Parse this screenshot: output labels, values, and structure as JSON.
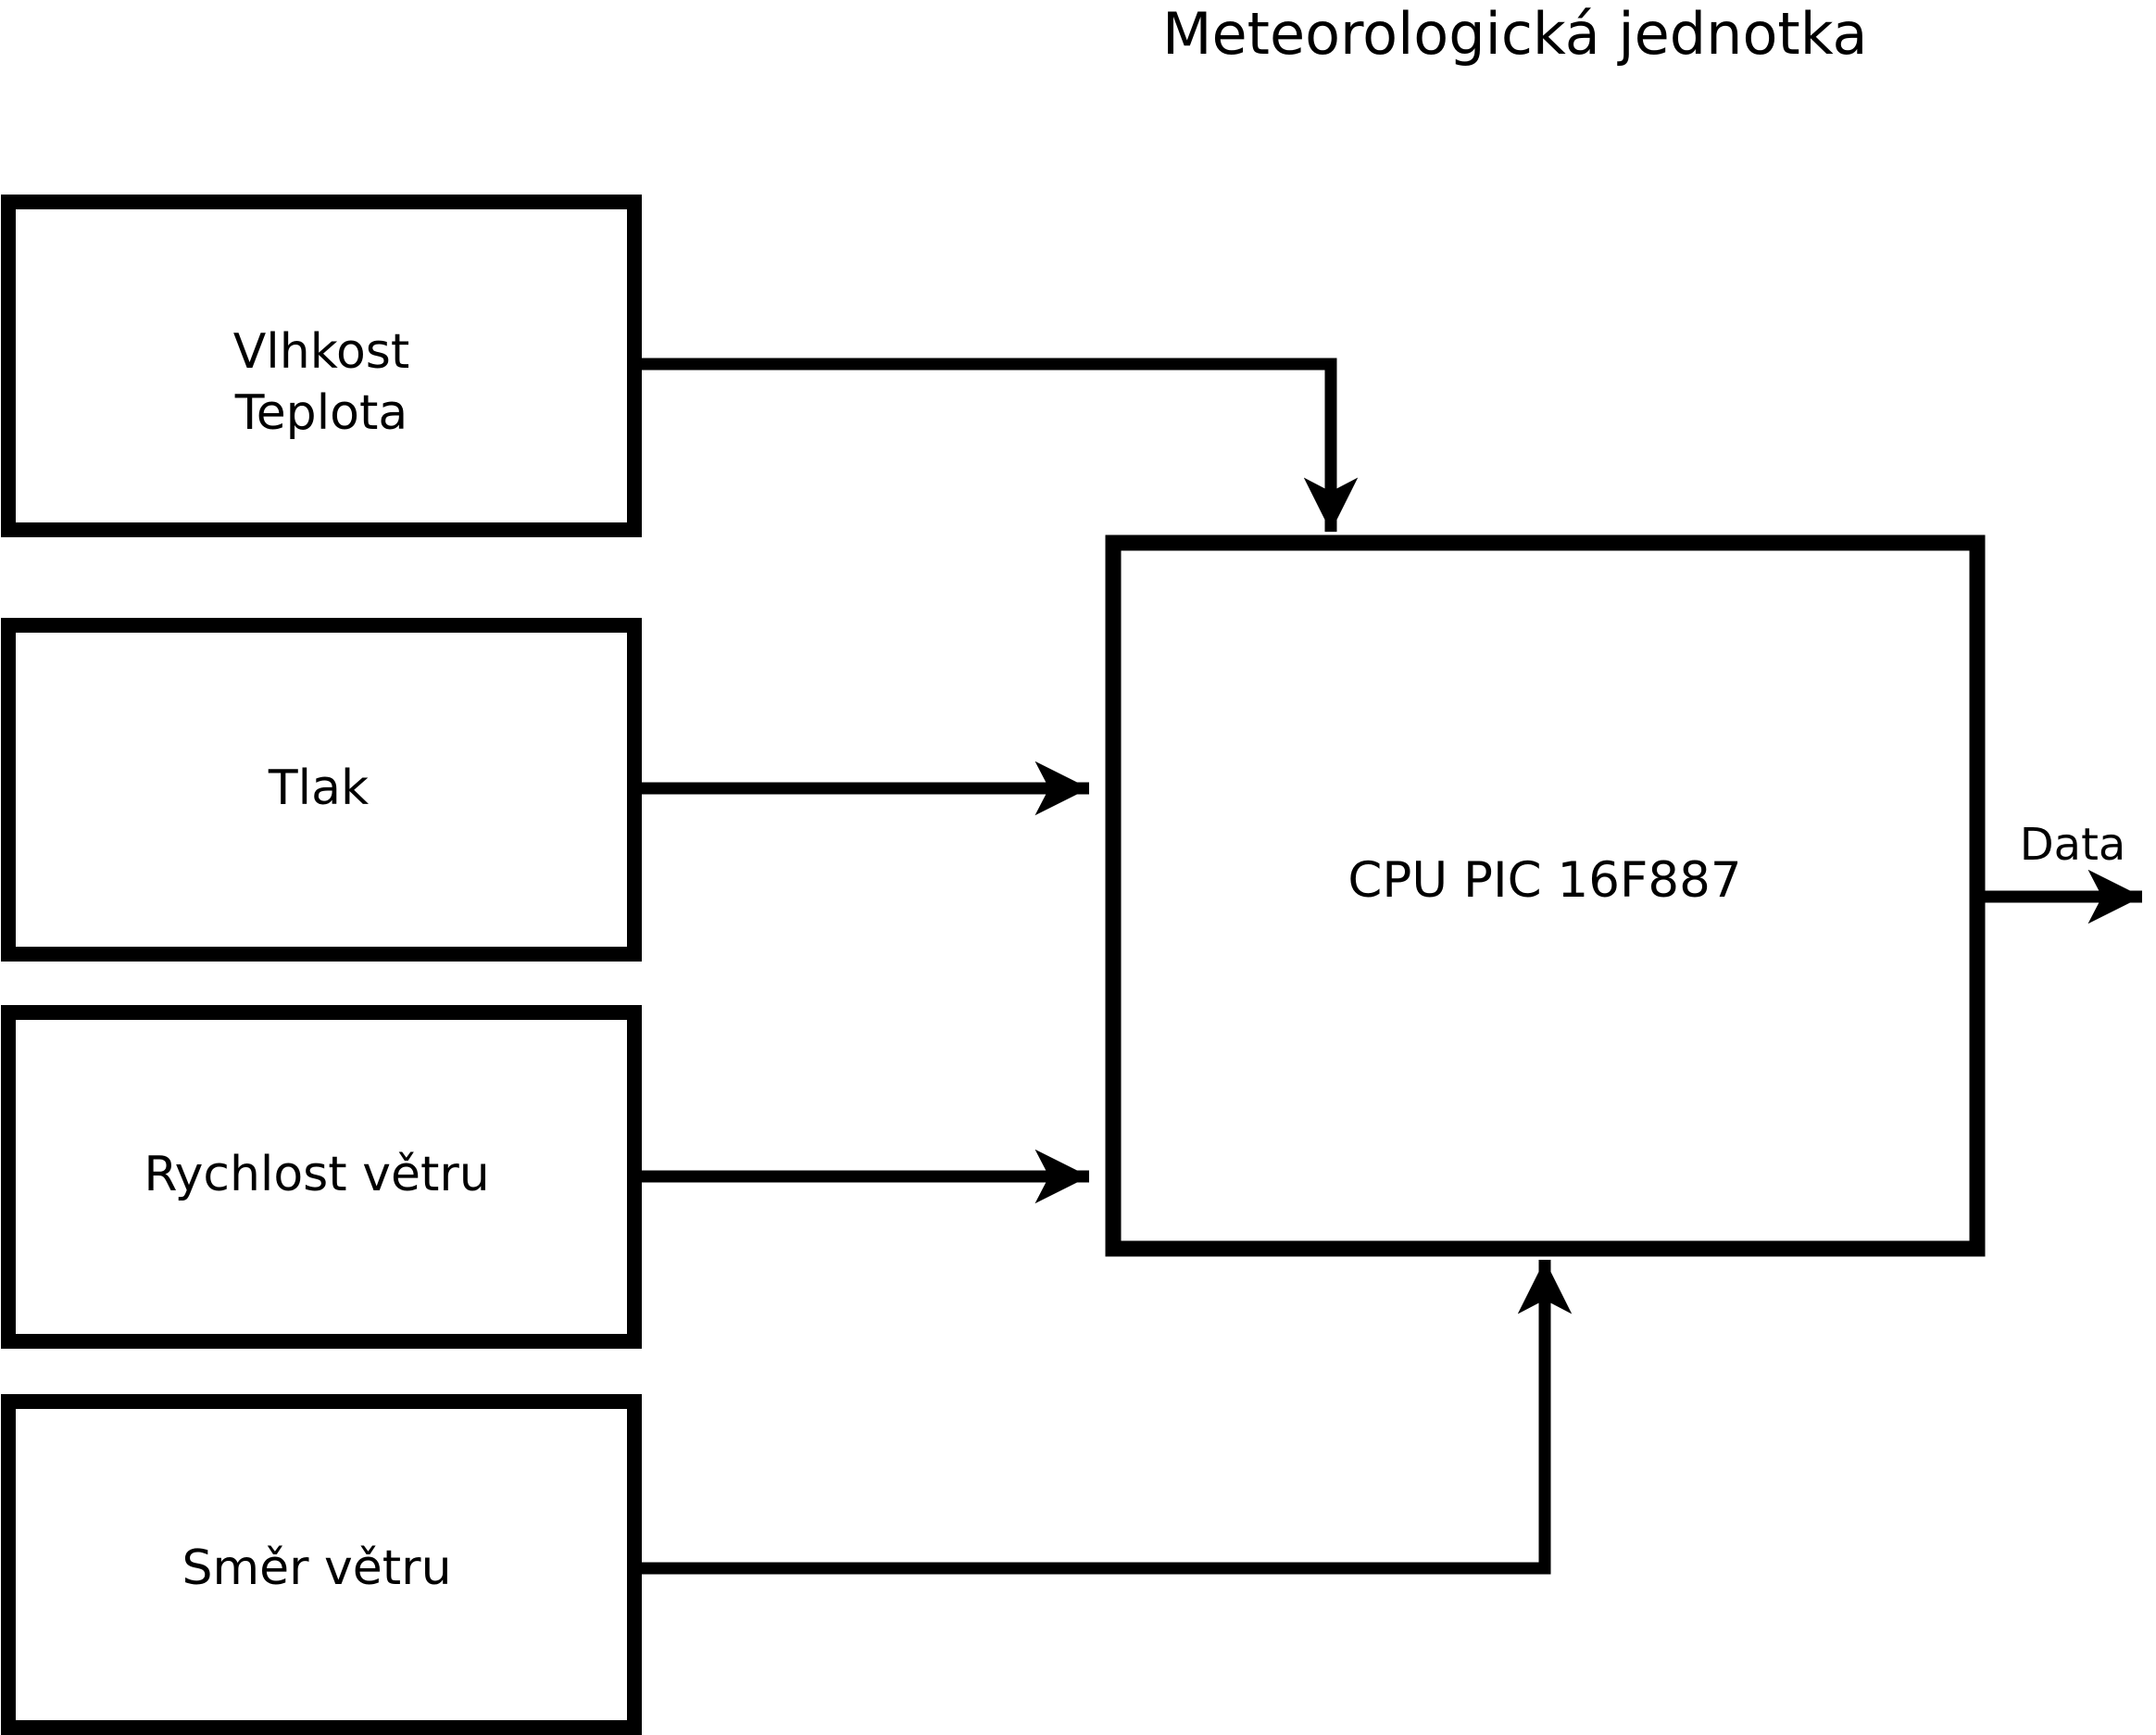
{
  "diagram": {
    "title": "Meteorologická jednotka",
    "cpu": {
      "label": "CPU PIC 16F887"
    },
    "output": {
      "label": "Data"
    },
    "sensors": [
      {
        "id": "humidity-temperature",
        "label_lines": [
          "Vlhkost",
          "Teplota"
        ]
      },
      {
        "id": "pressure",
        "label_lines": [
          "Tlak"
        ]
      },
      {
        "id": "wind-speed",
        "label_lines": [
          "Rychlost větru"
        ]
      },
      {
        "id": "wind-direction",
        "label_lines": [
          "Směr větru"
        ]
      }
    ],
    "colors": {
      "line": "#000000",
      "box_fill": "#ffffff",
      "background": "#ffffff",
      "text": "#000000"
    }
  }
}
